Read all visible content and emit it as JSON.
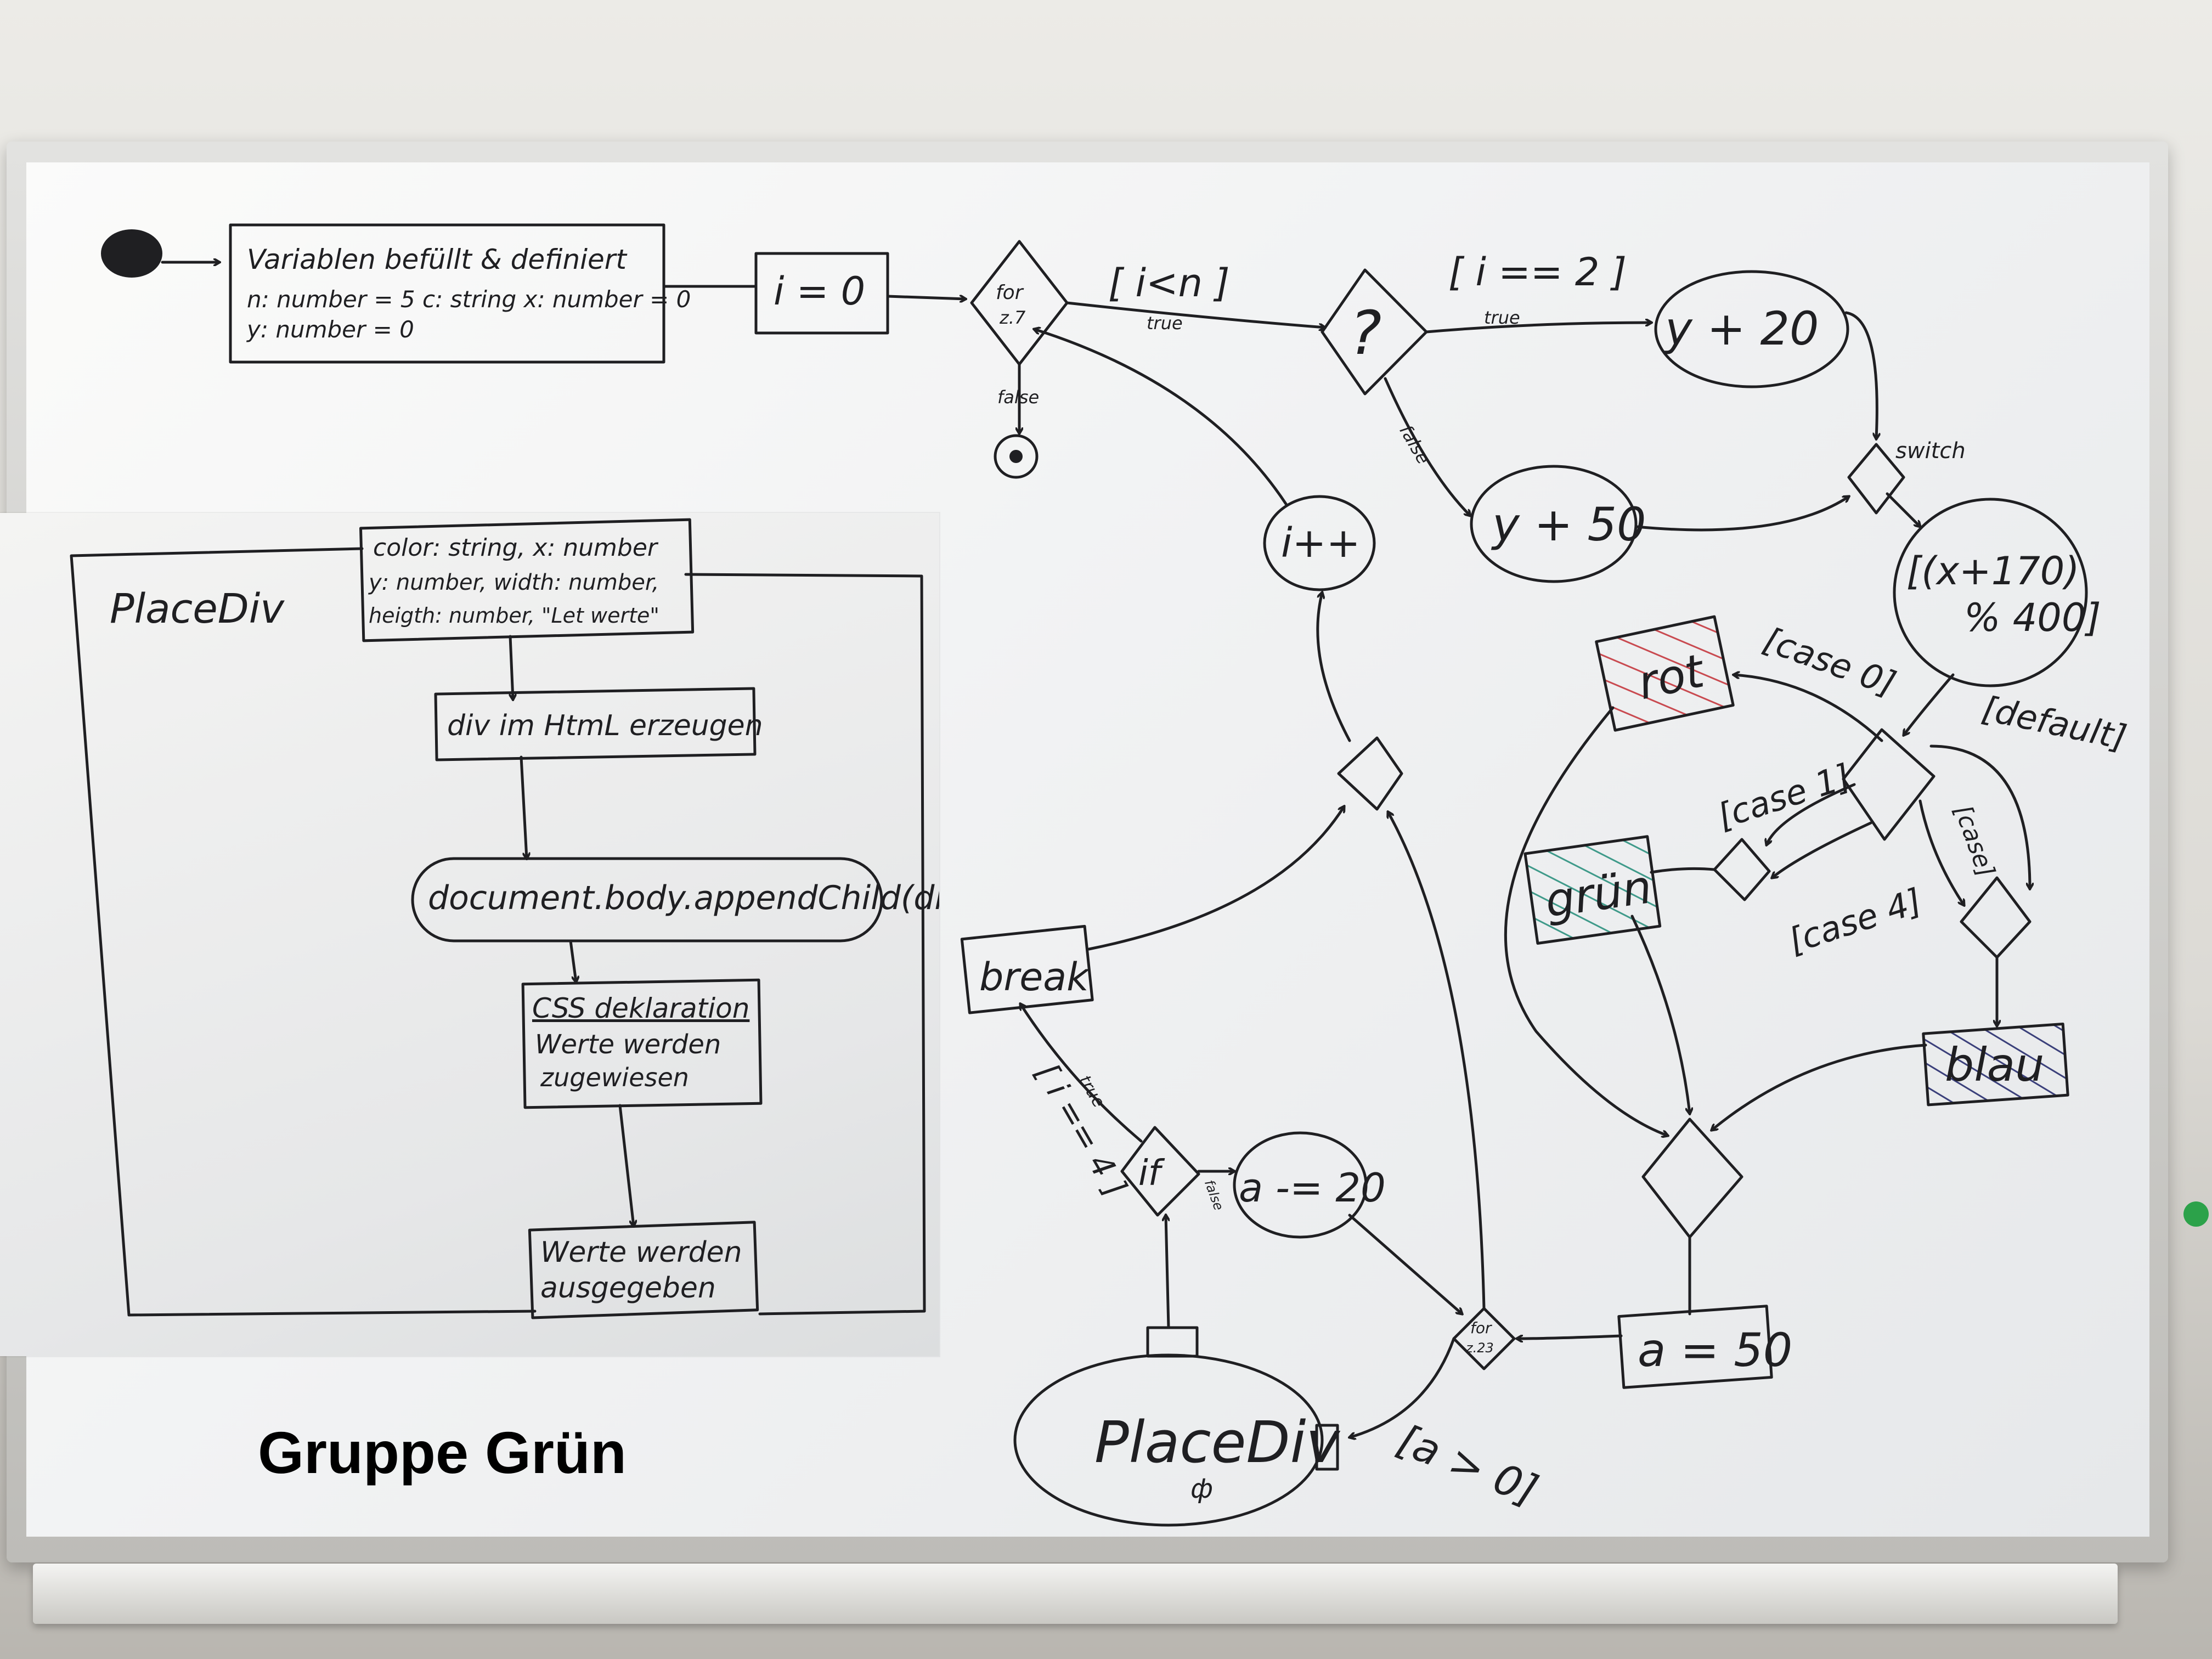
{
  "caption": "Gruppe Grün",
  "main_diagram": {
    "init_title": "Variablen befüllt & definiert",
    "init_line1": "n: number = 5   c: string  x: number = 0",
    "init_line2": "y: number = 0",
    "i_init": "i = 0",
    "for_loop_1": "for\nz.7",
    "guard_loop_1": "[ i<n ]",
    "true_label": "true",
    "false_label": "false",
    "question_mark": "?",
    "guard_i_eq_2": "[ i == 2 ]",
    "y_plus_20": "y + 20",
    "y_plus_50": "y + 50",
    "switch_label": "switch",
    "mod_expr_line1": "[(x+170)",
    "mod_expr_line2": "% 400]",
    "case0": "[case 0]",
    "case1": "[case 1]",
    "case4": "[case 4]",
    "case_small": "[case]",
    "default": "[default]",
    "rot": "rot",
    "gruen": "grün",
    "blau": "blau",
    "i_plus_plus": "i++",
    "break": "break",
    "guard_i_eq_4": "[ i == 4 ]",
    "if_label": "if",
    "else_label": "false",
    "a_minus_20": "a -= 20",
    "for_loop_2": "for\nz.23",
    "a_eq_50": "a = 50",
    "guard_a_gt_0": "[a > 0]",
    "place_div": "PlaceDiv"
  },
  "inset_diagram": {
    "frame_label": "PlaceDiv",
    "params_line1": "color: string, x: number",
    "params_line2": "y: number, width: number,",
    "params_line3": "heigth: number, \"Let werte\"",
    "step1": "div im HtmL erzeugen",
    "step2": "document.body.appendChild(div)",
    "step3_line1": "CSS deklaration",
    "step3_line2": "Werte werden",
    "step3_line3": "zugewiesen",
    "step4_line1": "Werte werden",
    "step4_line2": "ausgegeben"
  },
  "colors": {
    "ink": "#1f1f22",
    "rot_hatch": "#c94a50",
    "gruen_hatch": "#3f9a8a",
    "blau_hatch": "#3a3f7a",
    "magnet": "#2ca24a"
  }
}
